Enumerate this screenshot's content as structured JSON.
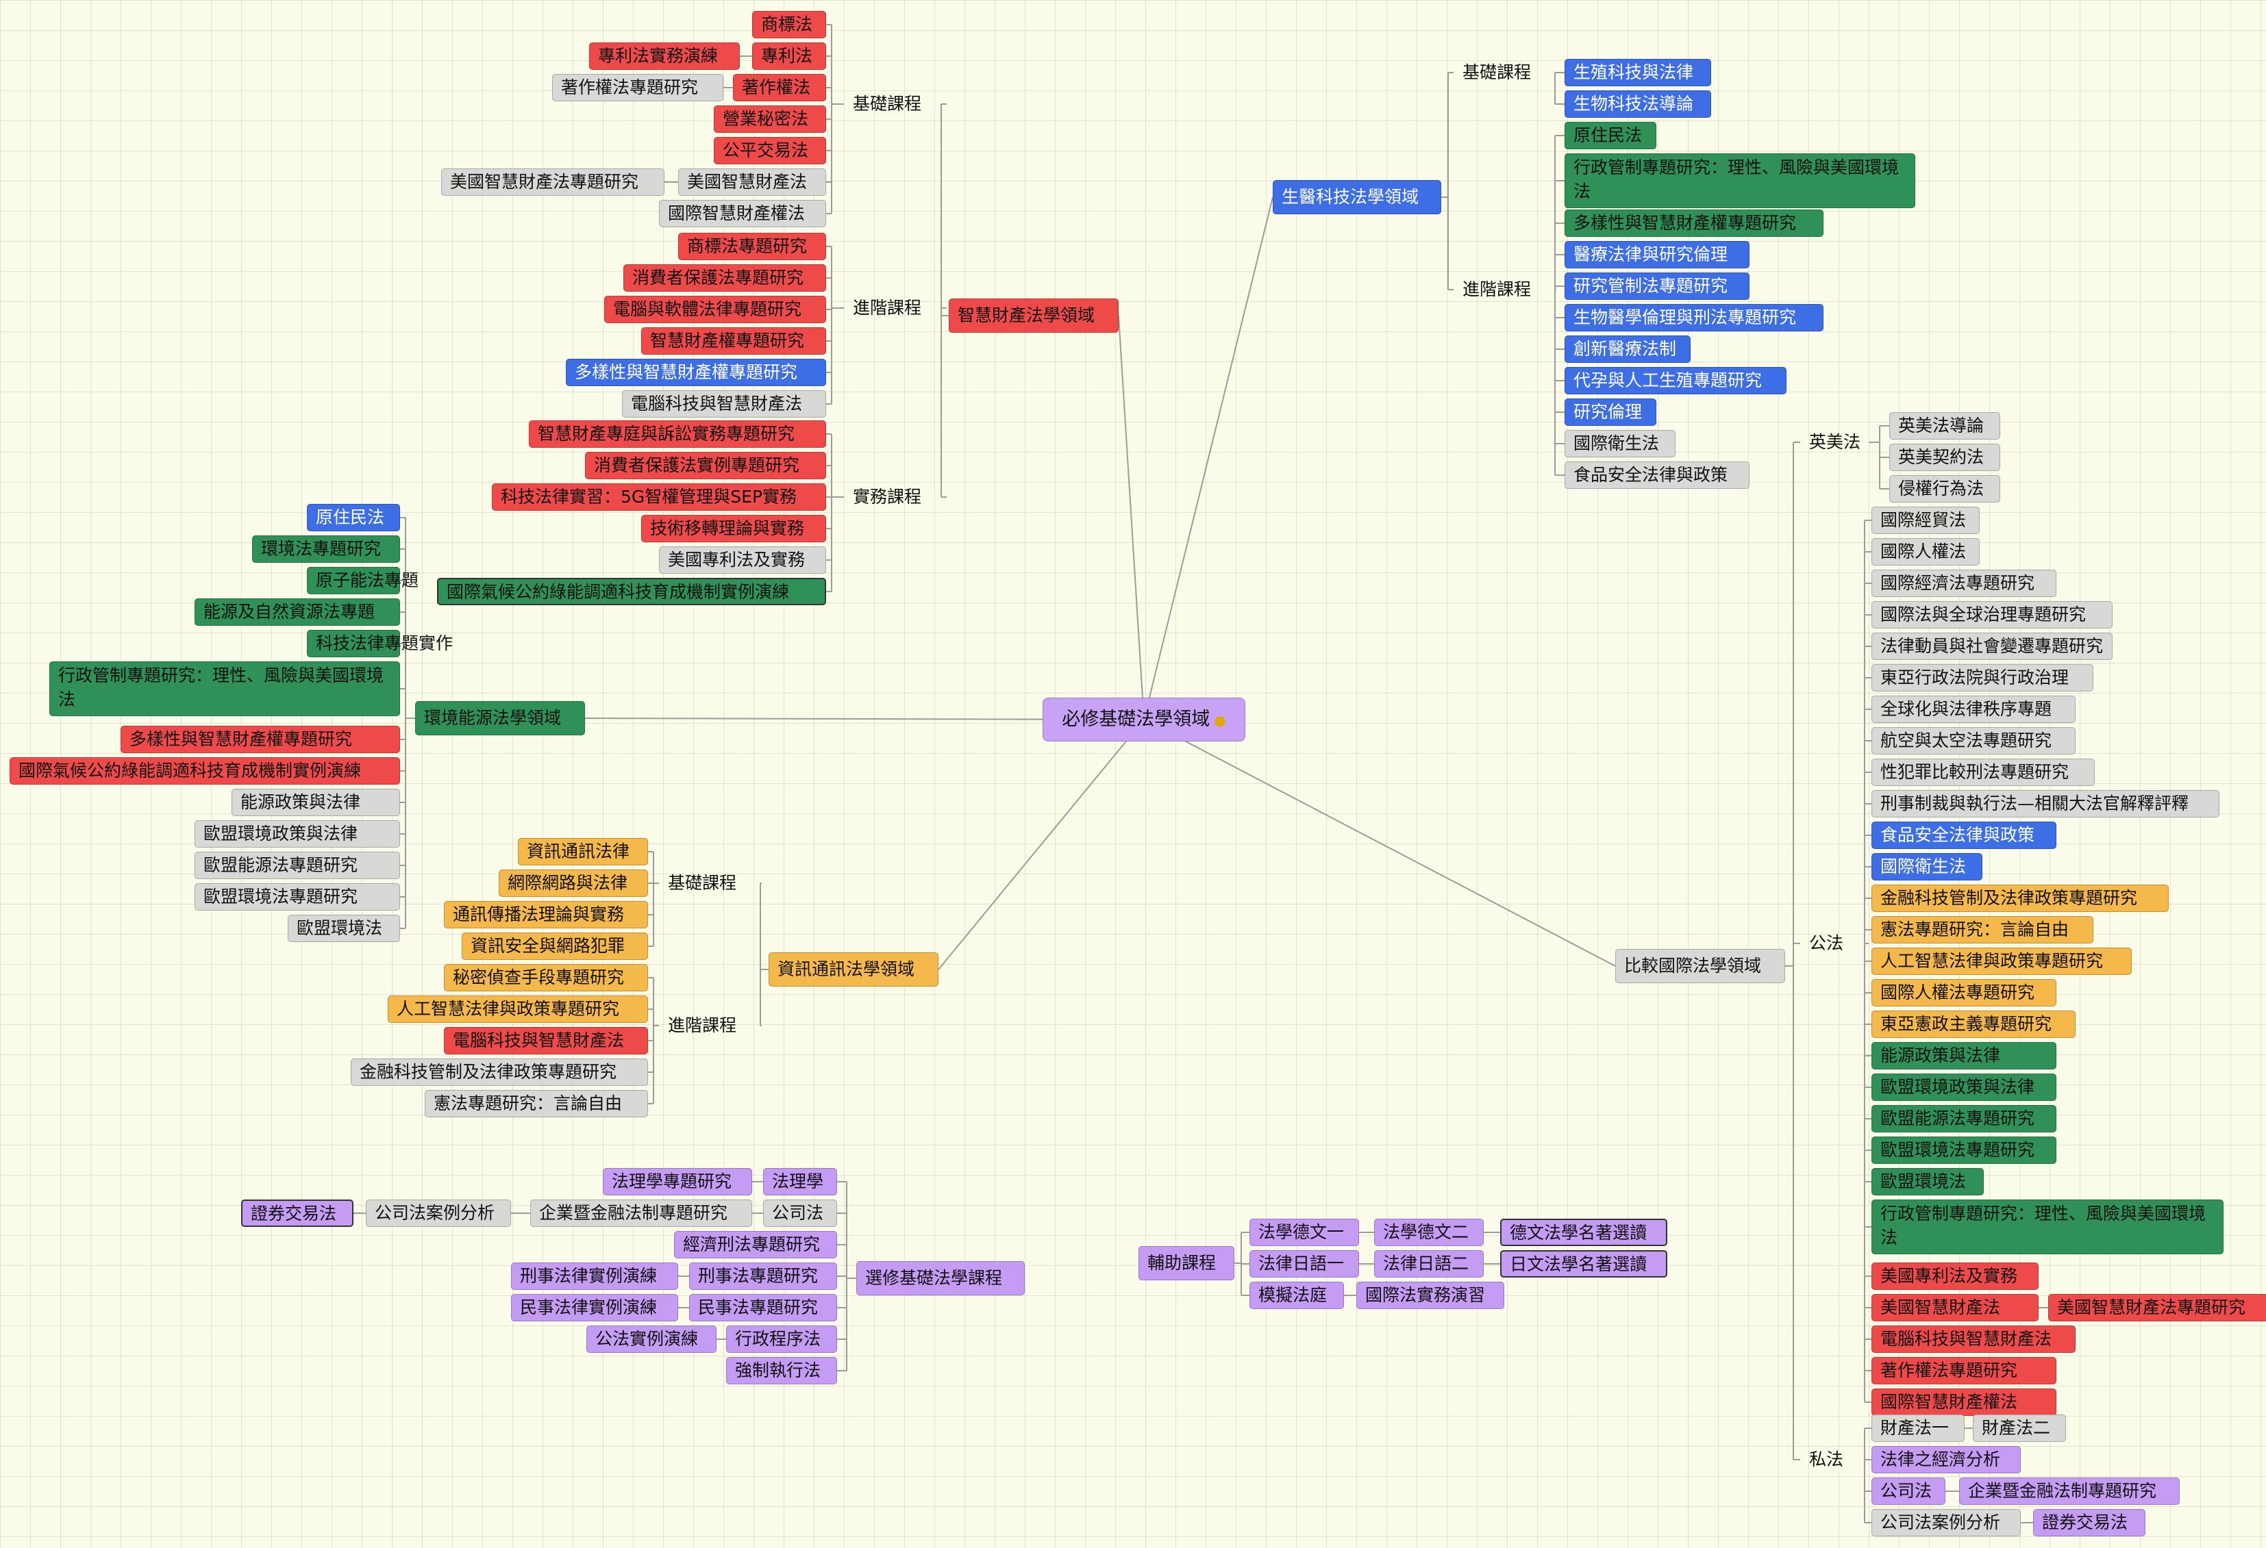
{
  "root": "必修基礎法學領域",
  "palette": {
    "red": "#ef4a4a",
    "blue": "#3d6ee6",
    "green": "#2f9157",
    "grey": "#d8d8d6",
    "orange": "#f5b84b",
    "purple": "#c49cf3",
    "background": "#fbfbe9",
    "line": "#9c9c9c"
  },
  "branches": {
    "ip": {
      "title": "智慧財產法學領域",
      "basic": {
        "label": "基礎課程",
        "items": [
          "商標法",
          "專利法",
          "專利法實務演練",
          "著作權法",
          "著作權法專題研究",
          "營業秘密法",
          "公平交易法",
          "美國智慧財產法",
          "美國智慧財產法專題研究",
          "國際智慧財產權法"
        ]
      },
      "advanced": {
        "label": "進階課程",
        "items": [
          "商標法專題研究",
          "消費者保護法專題研究",
          "電腦與軟體法律專題研究",
          "智慧財產權專題研究",
          "多樣性與智慧財產權專題研究",
          "電腦科技與智慧財產法"
        ]
      },
      "practice": {
        "label": "實務課程",
        "items": [
          "智慧財產專庭與訴訟實務專題研究",
          "消費者保護法實例專題研究",
          "科技法律實習：5G智權管理與SEP實務",
          "技術移轉理論與實務",
          "美國專利法及實務",
          "國際氣候公約綠能調適科技育成機制實例演練"
        ]
      }
    },
    "bio": {
      "title": "生醫科技法學領域",
      "basic": {
        "label": "基礎課程",
        "items": [
          "生殖科技與法律",
          "生物科技法導論"
        ]
      },
      "advanced": {
        "label": "進階課程",
        "items": [
          "原住民法",
          "行政管制專題研究：理性、風險與美國環境法",
          "多樣性與智慧財產權專題研究",
          "醫療法律與研究倫理",
          "研究管制法專題研究",
          "生物醫學倫理與刑法專題研究",
          "創新醫療法制",
          "代孕與人工生殖專題研究",
          "研究倫理",
          "國際衛生法",
          "食品安全法律與政策"
        ]
      }
    },
    "env": {
      "title": "環境能源法學領域",
      "items": [
        "原住民法",
        "環境法專題研究",
        "原子能法專題",
        "能源及自然資源法專題",
        "科技法律專題實作",
        "行政管制專題研究：理性、風險與美國環境法",
        "多樣性與智慧財產權專題研究",
        "國際氣候公約綠能調適科技育成機制實例演練",
        "能源政策與法律",
        "歐盟環境政策與法律",
        "歐盟能源法專題研究",
        "歐盟環境法專題研究",
        "歐盟環境法"
      ]
    },
    "info": {
      "title": "資訊通訊法學領域",
      "basic": {
        "label": "基礎課程",
        "items": [
          "資訊通訊法律",
          "網際網路與法律",
          "通訊傳播法理論與實務",
          "資訊安全與網路犯罪"
        ]
      },
      "advanced": {
        "label": "進階課程",
        "items": [
          "秘密偵查手段專題研究",
          "人工智慧法律與政策專題研究",
          "電腦科技與智慧財產法",
          "金融科技管制及法律政策專題研究",
          "憲法專題研究：言論自由"
        ]
      }
    },
    "elective": {
      "title": "選修基礎法學課程",
      "items": [
        "法理學",
        "法理學專題研究",
        "公司法",
        "企業暨金融法制專題研究",
        "公司法案例分析",
        "證券交易法",
        "經濟刑法專題研究",
        "刑事法專題研究",
        "刑事法律實例演練",
        "民事法專題研究",
        "民事法律實例演練",
        "行政程序法",
        "公法實例演練",
        "強制執行法"
      ]
    },
    "aux": {
      "title": "輔助課程",
      "items": [
        "法學德文一",
        "法學德文二",
        "德文法學名著選讀",
        "法律日語一",
        "法律日語二",
        "日文法學名著選讀",
        "模擬法庭",
        "國際法實務演習"
      ]
    },
    "comp": {
      "title": "比較國際法學領域",
      "anglo": {
        "label": "英美法",
        "items": [
          "英美法導論",
          "英美契約法",
          "侵權行為法"
        ]
      },
      "public": {
        "label": "公法",
        "items": [
          "國際經貿法",
          "國際人權法",
          "國際經濟法專題研究",
          "國際法與全球治理專題研究",
          "法律動員與社會變遷專題研究",
          "東亞行政法院與行政治理",
          "全球化與法律秩序專題",
          "航空與太空法專題研究",
          "性犯罪比較刑法專題研究",
          "刑事制裁與執行法—相關大法官解釋評釋",
          "食品安全法律與政策",
          "國際衛生法",
          "金融科技管制及法律政策專題研究",
          "憲法專題研究：言論自由",
          "人工智慧法律與政策專題研究",
          "國際人權法專題研究",
          "東亞憲政主義專題研究",
          "能源政策與法律",
          "歐盟環境政策與法律",
          "歐盟能源法專題研究",
          "歐盟環境法專題研究",
          "歐盟環境法",
          "行政管制專題研究：理性、風險與美國環境法",
          "美國專利法及實務",
          "美國智慧財產法",
          "美國智慧財產法專題研究",
          "電腦科技與智慧財產法",
          "著作權法專題研究",
          "國際智慧財產權法"
        ]
      },
      "private": {
        "label": "私法",
        "items": [
          "財產法一",
          "財產法二",
          "法律之經濟分析",
          "公司法",
          "企業暨金融法制專題研究",
          "公司法案例分析",
          "證券交易法"
        ]
      }
    }
  }
}
